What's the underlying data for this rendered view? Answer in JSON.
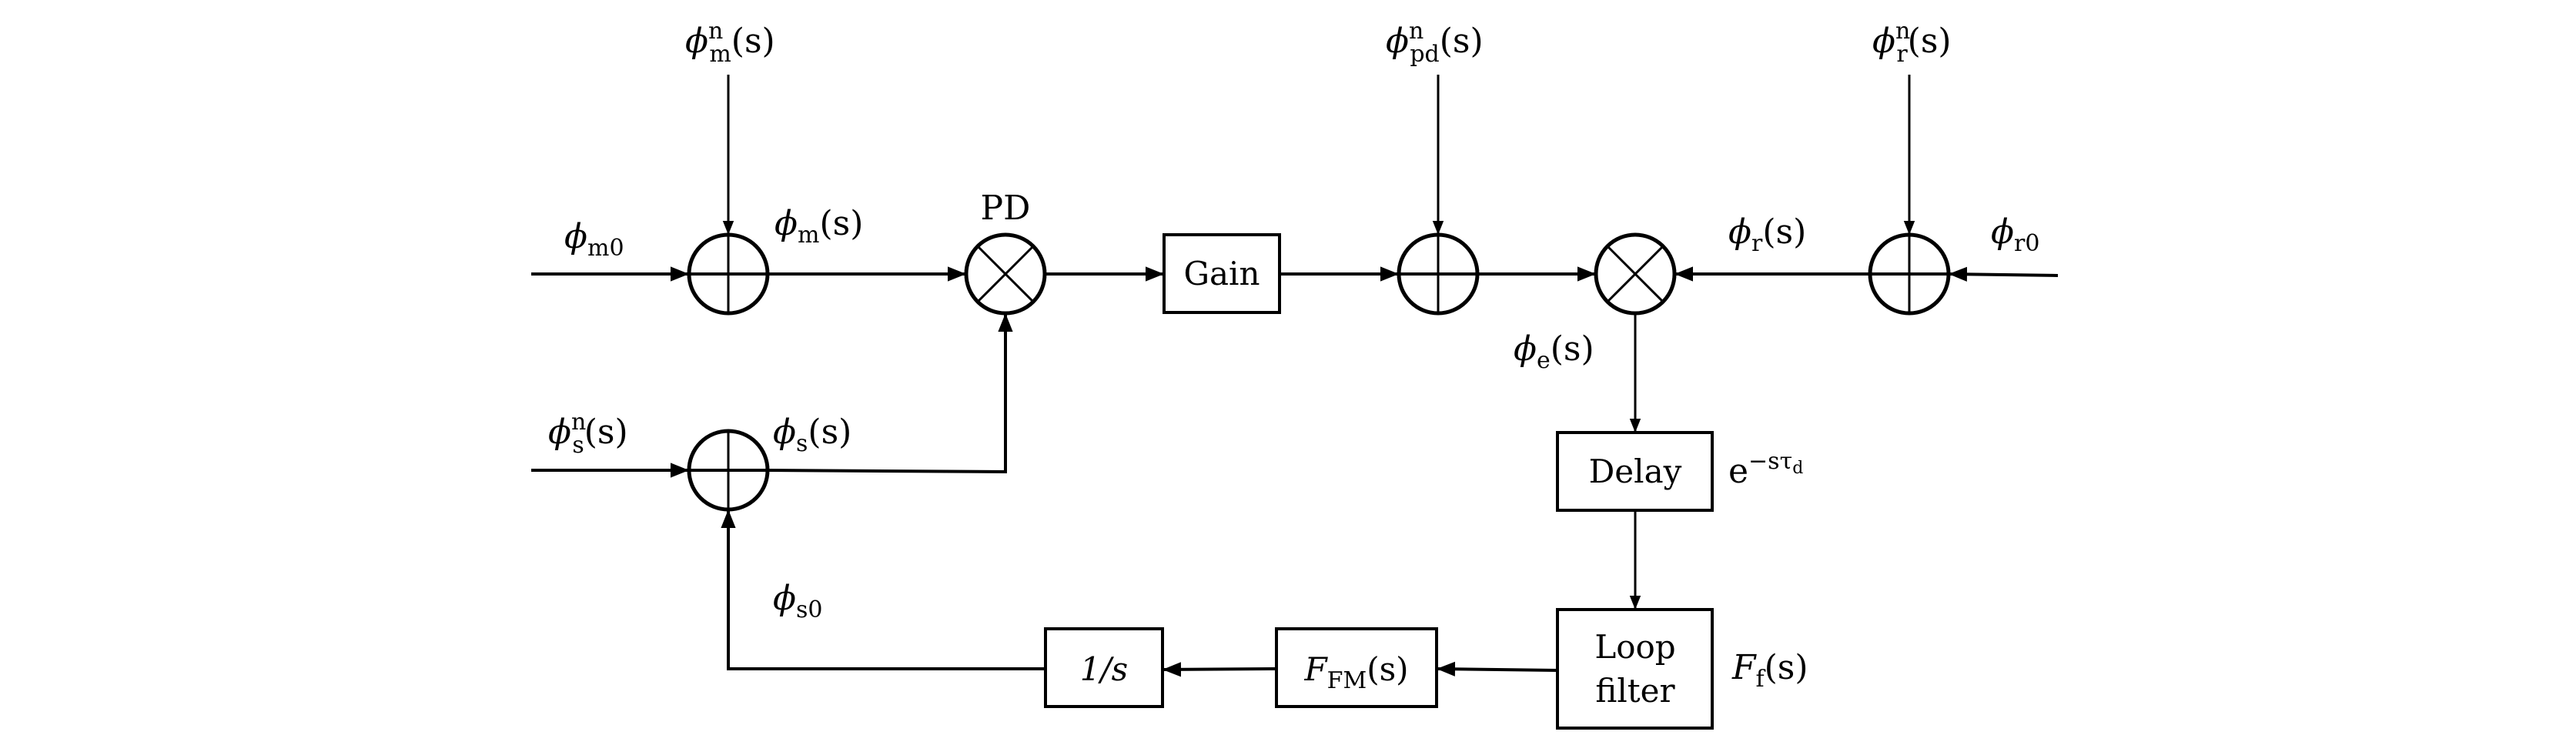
{
  "diagram": {
    "type": "block-diagram",
    "signals": {
      "phi_m0": {
        "base": "ϕ",
        "sub": "m0",
        "sup": "",
        "arg": ""
      },
      "phi_m_n": {
        "base": "ϕ",
        "sub": "m",
        "sup": "n",
        "arg": "(s)"
      },
      "phi_m": {
        "base": "ϕ",
        "sub": "m",
        "sup": "",
        "arg": "(s)"
      },
      "phi_pd_n": {
        "base": "ϕ",
        "sub": "pd",
        "sup": "n",
        "arg": "(s)"
      },
      "phi_r_n": {
        "base": "ϕ",
        "sub": "r",
        "sup": "n",
        "arg": "(s)"
      },
      "phi_r": {
        "base": "ϕ",
        "sub": "r",
        "sup": "",
        "arg": "(s)"
      },
      "phi_r0": {
        "base": "ϕ",
        "sub": "r0",
        "sup": "",
        "arg": ""
      },
      "phi_e": {
        "base": "ϕ",
        "sub": "e",
        "sup": "",
        "arg": "(s)"
      },
      "phi_s_n": {
        "base": "ϕ",
        "sub": "s",
        "sup": "n",
        "arg": "(s)"
      },
      "phi_s": {
        "base": "ϕ",
        "sub": "s",
        "sup": "",
        "arg": "(s)"
      },
      "phi_s0": {
        "base": "ϕ",
        "sub": "s0",
        "sup": "",
        "arg": ""
      }
    },
    "nodes": {
      "pd_label": "PD"
    },
    "blocks": {
      "gain": "Gain",
      "delay": "Delay",
      "loop_filter_line1": "Loop",
      "loop_filter_line2": "filter",
      "ffm": {
        "base": "F",
        "sub": "FM",
        "arg": "(s)"
      },
      "integrator": "1/s"
    },
    "transfer_labels": {
      "delay_tf": {
        "base": "e",
        "sup": "−sτ",
        "sup_sub": "d"
      },
      "loop_filter_tf": {
        "base": "F",
        "sub": "f",
        "arg": "(s)"
      }
    }
  }
}
